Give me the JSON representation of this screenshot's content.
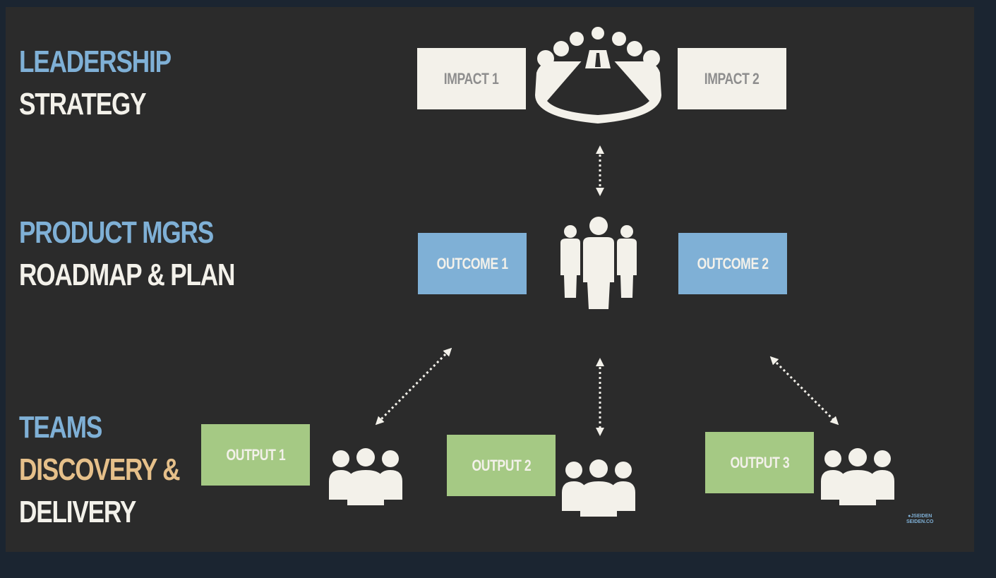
{
  "levels": {
    "leadership": {
      "role": "LEADERSHIP",
      "focus": "STRATEGY"
    },
    "product": {
      "role": "PRODUCT MGRS",
      "focus": "ROADMAP & PLAN"
    },
    "teams": {
      "role": "TEAMS",
      "focus1": "DISCOVERY &",
      "focus2": "DELIVERY"
    }
  },
  "impacts": [
    "IMPACT 1",
    "IMPACT 2"
  ],
  "outcomes": [
    "OUTCOME 1",
    "OUTCOME 2"
  ],
  "outputs": [
    "OUTPUT 1",
    "OUTPUT 2",
    "OUTPUT 3"
  ],
  "watermark": {
    "line1": "●JSEIDEN",
    "line2": "SEIDEN.CO"
  },
  "colors": {
    "background": "#2b2b2b",
    "frame": "#1b2531",
    "leadership": "#7fb0d6",
    "outcome": "#7fb0d6",
    "output": "#a5c984",
    "impact": "#f3f1ea",
    "discovery": "#e6c08a",
    "text": "#f3f1ea"
  },
  "icons": [
    "boardroom-table-icon",
    "people-group-icon",
    "team-icon",
    "bidirectional-dotted-arrow"
  ]
}
